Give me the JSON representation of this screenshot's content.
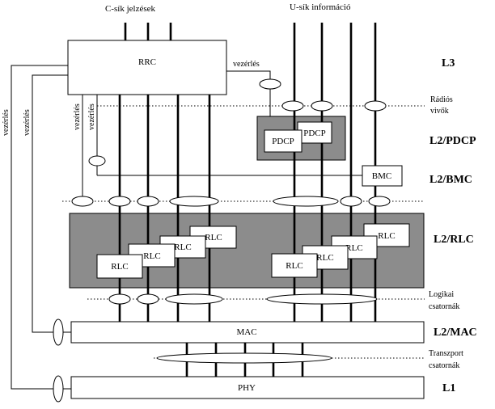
{
  "top": {
    "c_plane": "C-sík jelzések",
    "u_plane": "U-sík információ"
  },
  "boxes": {
    "rrc": "RRC",
    "pdcp": "PDCP",
    "bmc": "BMC",
    "rlc": "RLC",
    "mac": "MAC",
    "phy": "PHY"
  },
  "control_label": "vezérlés",
  "channels": {
    "radio_bearers_1": "Rádiós",
    "radio_bearers_2": "vivők",
    "logical_1": "Logikai",
    "logical_2": "csatornák",
    "transport_1": "Transzport",
    "transport_2": "csatornák"
  },
  "layers": {
    "l3": "L3",
    "l2_pdcp": "L2/PDCP",
    "l2_bmc": "L2/BMC",
    "l2_rlc": "L2/RLC",
    "l2_mac": "L2/MAC",
    "l1": "L1"
  }
}
